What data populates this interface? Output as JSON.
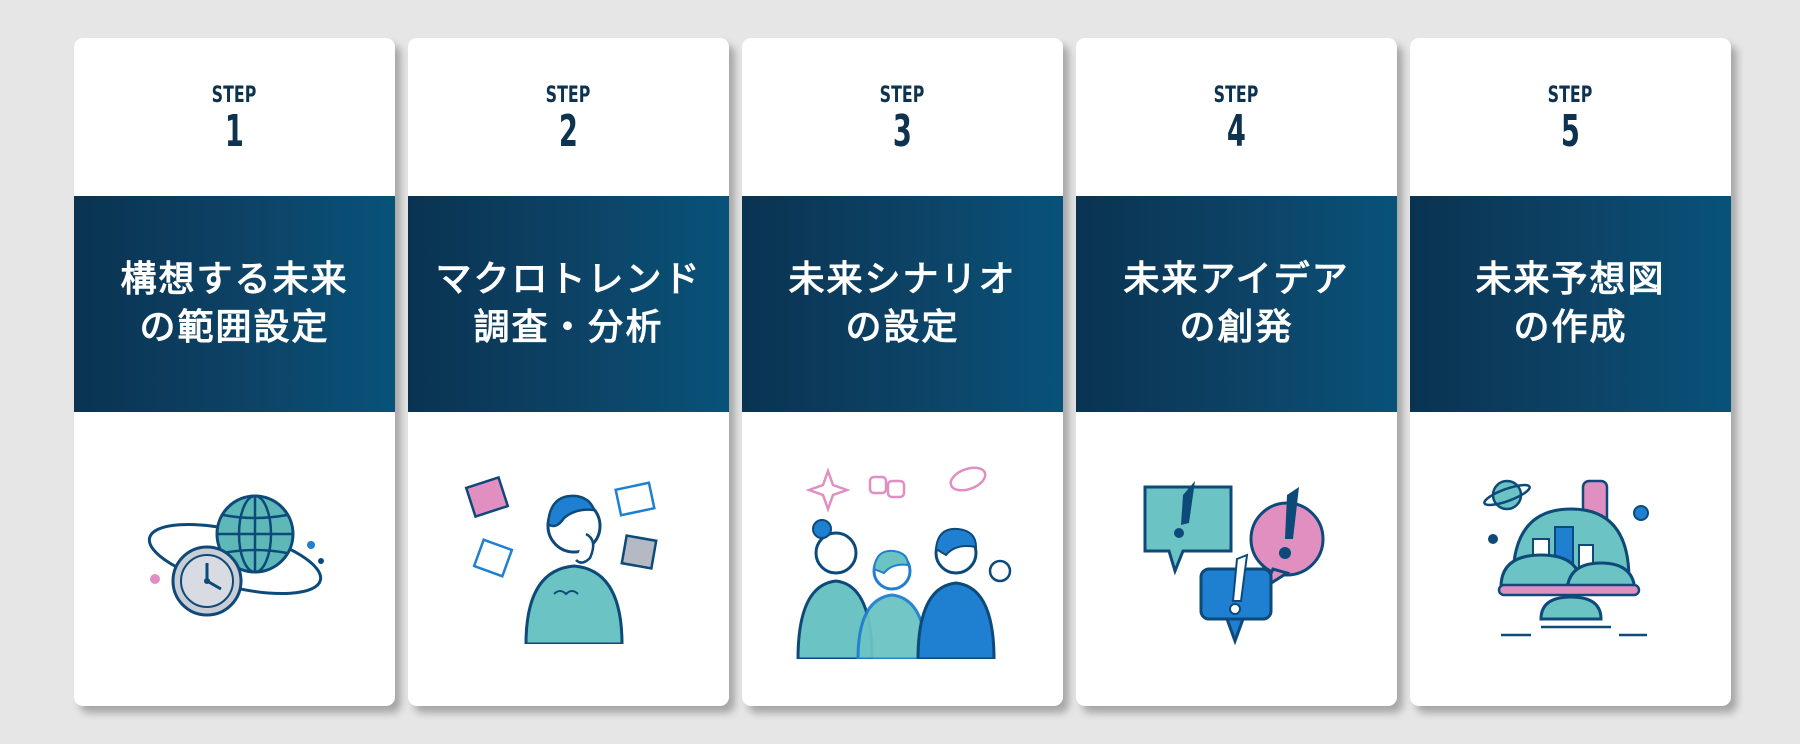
{
  "steps": [
    {
      "label": "STEP",
      "number": "1",
      "title_line1": "構想する未来",
      "title_line2": "の範囲設定",
      "illustration": "globe-clock-icon"
    },
    {
      "label": "STEP",
      "number": "2",
      "title_line1": "マクロトレンド",
      "title_line2": "調査・分析",
      "illustration": "person-puzzle-icon"
    },
    {
      "label": "STEP",
      "number": "3",
      "title_line1": "未来シナリオ",
      "title_line2": "の設定",
      "illustration": "group-discussion-icon"
    },
    {
      "label": "STEP",
      "number": "4",
      "title_line1": "未来アイデア",
      "title_line2": "の創発",
      "illustration": "speech-bubbles-exclamation-icon"
    },
    {
      "label": "STEP",
      "number": "5",
      "title_line1": "未来予想図",
      "title_line2": "の作成",
      "illustration": "future-city-dome-icon"
    }
  ],
  "colors": {
    "background": "#e6e6e6",
    "card": "#ffffff",
    "banner_dark": "#0a3352",
    "banner_light": "#08527a",
    "step_text": "#0d3350",
    "teal": "#6cc3c3",
    "blue": "#1f7fd0",
    "pink": "#e08fc0",
    "gray": "#b4b9c3"
  }
}
